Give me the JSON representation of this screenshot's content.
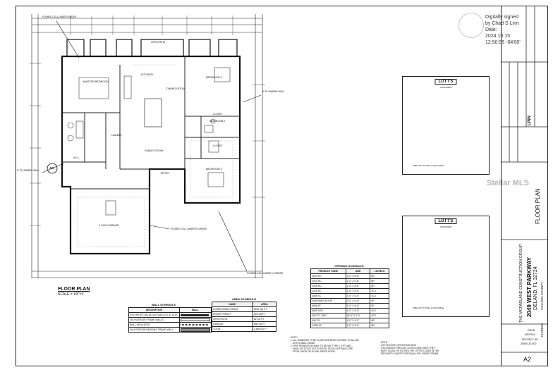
{
  "signature": {
    "lines": [
      "Digitally signed",
      "by Chad S Linn",
      "Date:",
      "2024.10.15",
      "12:50:55 -04'00'"
    ]
  },
  "floor_plan": {
    "title": "FLOOR PLAN",
    "scale": "SCALE = 1/8\"=1'",
    "room_labels": {
      "master_bedroom": "MASTER BEDROOM",
      "kitchen": "KITCHEN",
      "dining": "DINING ROOM",
      "bedroom2": "BEDROOM 2",
      "bedroom3": "BEDROOM 3",
      "bathroom2": "BATHROOM 2",
      "closet_a": "CLOSET",
      "closet_b": "CLOSET",
      "family_room": "FAMILY ROOM",
      "entry": "ENTRY",
      "garage": "2 CAR GARAGE",
      "ac": "AC",
      "open_patio": "OPEN PATIO",
      "laundry": "LAUNDRY",
      "wic": "W.I.C."
    },
    "callouts": {
      "plumbing_wall_right": "6\" PLUMBING WALL",
      "plumbing_wall_left": "6\" PLUMBING WALL",
      "poured_cell_b": "POURED CELL UNDER B GIRDER",
      "poured_cell_c": "POURED CELL UNDER C GIRDER",
      "poured_cell_top": "POURED CELL UNDER GIRDER"
    }
  },
  "wall_schedule": {
    "title": "WALL SCHEDULE",
    "headers": [
      "DESCRIPTION",
      "WALL"
    ],
    "rows": [
      [
        "EXTERIOR CMU BLOCK WALLS 8\"-8\" ALDC",
        ""
      ],
      [
        "2x4 INTERIOR FRAME WALLS",
        ""
      ],
      [
        "WALL INSULATED",
        ""
      ],
      [
        "2x6 INTERIOR BEARING FRAME WALL",
        ""
      ]
    ]
  },
  "area_schedule": {
    "title": "AREA SCHEDULE",
    "headers": [
      "NAME",
      "AREA"
    ],
    "rows": [
      [
        "CONDITIONED SPACE",
        "1810 SQ FT"
      ],
      [
        "FRONT PORCH",
        "126 SQ FT"
      ],
      [
        "OPEN PATIO",
        "62 SQ FT"
      ],
      [
        "GARAGE",
        "558 SQ FT"
      ],
      [
        "TOTAL",
        "2,488 SQ FT"
      ]
    ]
  },
  "opening_schedule": {
    "title": "OPENING SCHEDULE",
    "headers": [
      "PRODUCT CODE",
      "SIZE",
      "LINTELS"
    ],
    "rows": [
      [
        "2X20 HC",
        "2'-0\" X 6'-8\"",
        "6R"
      ],
      [
        "2X24 HC",
        "2'-4\" X 6'-8\"",
        "6R"
      ],
      [
        "2X26 HC",
        "2'-6\" X 6'-8\"",
        "6R"
      ],
      [
        "2X28 HC",
        "2'-8\" X 6'-8\"",
        "4C3"
      ],
      [
        "3068 SC",
        "3'-0\" X 6'-8\"",
        "4C3"
      ],
      [
        "3068 BARN DOOR",
        "3'-0\" X 6'-8\"",
        "6R"
      ],
      [
        "5068 SF",
        "5'-0\" X 6'-8\"",
        "6R"
      ],
      [
        "6068 SGD",
        "6'-0\" X 6'-8\"",
        "4C3"
      ],
      [
        "16'X7'0\" GRG",
        "16'-0\" X 7'-0\"",
        "4C3"
      ],
      [
        "4X4 FX",
        "4'-0\" X 4'-0\"",
        "6R"
      ],
      [
        "CASE 50",
        "3'-0\" X 5'-0\"",
        "6R"
      ]
    ]
  },
  "notes": {
    "left": "NOTE:\n1. ALL WINDOWS TO BE FLASH MOUNTED OUTSIDE TO ALLOW\n   LINTEL WALL INSIDE.\n2. FIRE SEPARATION WALL TO BE 5/8\" TYPE X GYP. AND\n   SHALL BE STUCK SOLID WOOD, SOLID OR FOAM CORE\n   STEEL DOOR OR 20 MIN. RATED DOOR.",
    "right": "NOTE:\nLOTT'S LINTEL SPECIFICATIONS\n# ALTERNATE PRECAST LINTELS ARE USED THEY\nMUST EQUAL OR EXCEED THE LISTED LOADS IN THE\nPROVIDED CHARTS FOR EQUAL OR LONGER SPANS."
  },
  "lotts_upper": {
    "logo": "LOTT'S",
    "sub": "CONCRETE",
    "footer": "PRECAST LINTEL LOAD TABLE"
  },
  "lotts_lower": {
    "logo": "LOTT'S",
    "sub": "CONCRETE",
    "footer": "PRECAST LINTEL LOAD TABLE"
  },
  "title_block": {
    "company": "THE MCFARLANE CONSTRUCTION GROUP",
    "address1": "2049 WEST PARKWAY",
    "address2": "DELAND, FL 32724",
    "county": "VOLUSIA COUNTY",
    "state": "FLORIDA",
    "sheet_title": "FLOOR PLAN",
    "engineer": "LINN",
    "date_label": "DATE",
    "date": "08/2024",
    "project_label": "PROJECT NO.",
    "project_no": "28050-24-000",
    "sheet_no": "A2"
  },
  "watermark": "Stellar MLS"
}
